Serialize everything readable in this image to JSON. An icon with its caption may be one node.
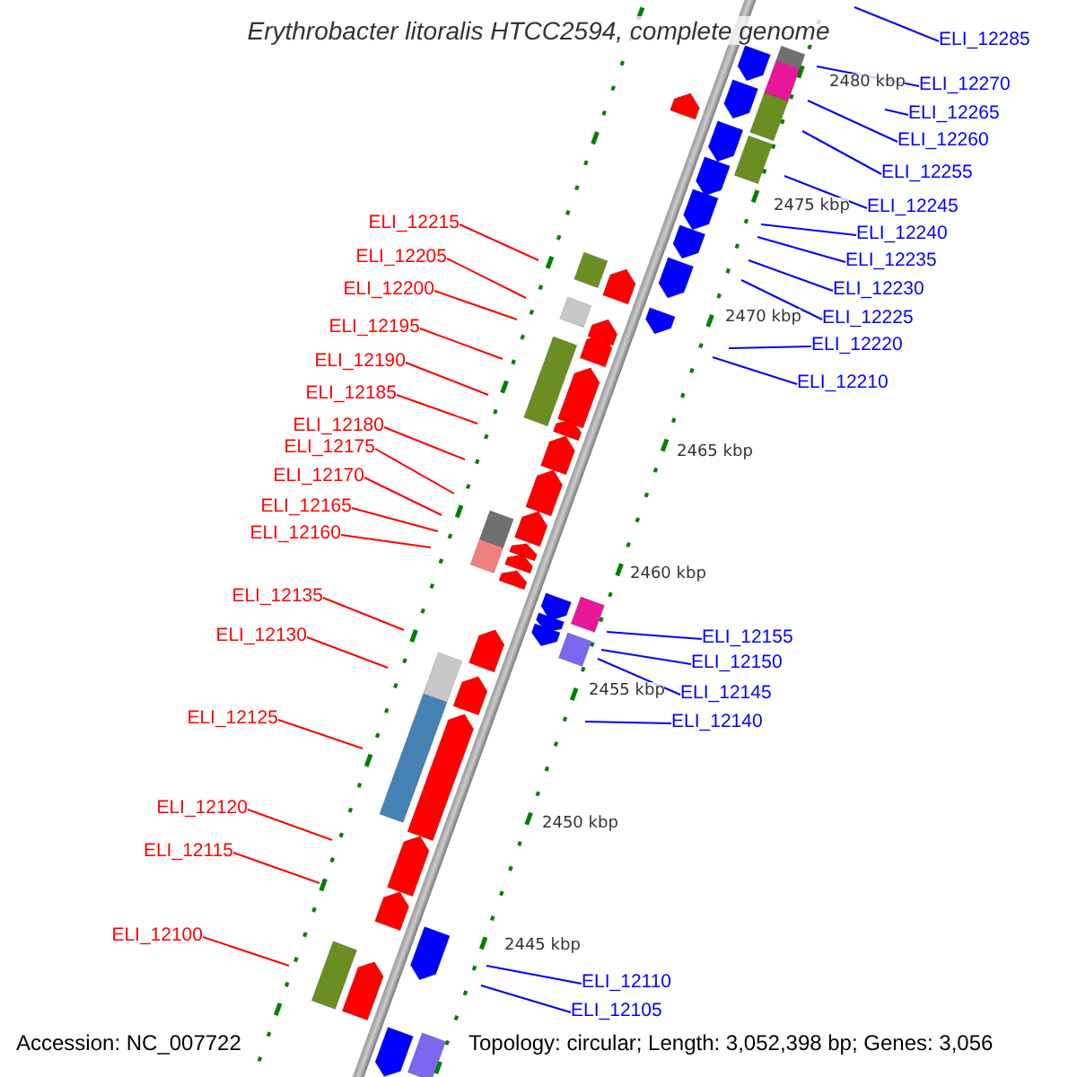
{
  "diagram": {
    "title": "Erythrobacter litoralis HTCC2594, complete genome",
    "nodes": [
      {
        "text": [
          "ELI_12215"
        ]
      },
      {
        "text": [
          "ELI_12205"
        ]
      },
      {
        "text": [
          "ELI_12200"
        ]
      },
      {
        "text": [
          "ELI_12195"
        ]
      },
      {
        "text": [
          "ELI_12190"
        ]
      },
      {
        "text": [
          "ELI_12185"
        ]
      },
      {
        "text": [
          "ELI_12180"
        ]
      },
      {
        "text": [
          "ELI_12175"
        ]
      },
      {
        "text": [
          "ELI_12170"
        ]
      },
      {
        "text": [
          "ELI_12165"
        ]
      },
      {
        "text": [
          "ELI_12160"
        ]
      },
      {
        "text": [
          "ELI_12135"
        ]
      },
      {
        "text": [
          "ELI_12130"
        ]
      },
      {
        "text": [
          "ELI_12125"
        ]
      },
      {
        "text": [
          "ELI_12120"
        ]
      },
      {
        "text": [
          "ELI_12115"
        ]
      },
      {
        "text": [
          "ELI_12100"
        ]
      },
      {
        "text": [
          "ELI_12285"
        ]
      },
      {
        "text": [
          "ELI_12270"
        ]
      },
      {
        "text": [
          "ELI_12265"
        ]
      },
      {
        "text": [
          "ELI_12260"
        ]
      },
      {
        "text": [
          "ELI_12255"
        ]
      },
      {
        "text": [
          "ELI_12245"
        ]
      },
      {
        "text": [
          "ELI_12240"
        ]
      },
      {
        "text": [
          "ELI_12235"
        ]
      },
      {
        "text": [
          "ELI_12230"
        ]
      },
      {
        "text": [
          "ELI_12225"
        ]
      },
      {
        "text": [
          "ELI_12220"
        ]
      },
      {
        "text": [
          "ELI_12210"
        ]
      },
      {
        "text": [
          "ELI_12155"
        ]
      },
      {
        "text": [
          "ELI_12150"
        ]
      },
      {
        "text": [
          "ELI_12145"
        ]
      },
      {
        "text": [
          "ELI_12140"
        ]
      },
      {
        "text": [
          "ELI_12110"
        ]
      },
      {
        "text": [
          "ELI_12105"
        ]
      }
    ],
    "edges": [
      {
        "from": 0,
        "to": null,
        "arrow": "none",
        "color": "#ff0000"
      },
      {
        "from": 1,
        "to": null,
        "arrow": "none",
        "color": "#ff0000"
      },
      {
        "from": 2,
        "to": null,
        "arrow": "none",
        "color": "#ff0000"
      },
      {
        "from": 3,
        "to": null,
        "arrow": "none",
        "color": "#ff0000"
      },
      {
        "from": 4,
        "to": null,
        "arrow": "none",
        "color": "#ff0000"
      },
      {
        "from": 5,
        "to": null,
        "arrow": "none",
        "color": "#ff0000"
      },
      {
        "from": 6,
        "to": null,
        "arrow": "none",
        "color": "#ff0000"
      },
      {
        "from": 7,
        "to": null,
        "arrow": "none",
        "color": "#ff0000"
      },
      {
        "from": 8,
        "to": null,
        "arrow": "none",
        "color": "#ff0000"
      },
      {
        "from": 9,
        "to": null,
        "arrow": "none",
        "color": "#ff0000"
      },
      {
        "from": 10,
        "to": null,
        "arrow": "none",
        "color": "#ff0000"
      },
      {
        "from": 11,
        "to": null,
        "arrow": "none",
        "color": "#ff0000"
      },
      {
        "from": 12,
        "to": null,
        "arrow": "none",
        "color": "#ff0000"
      },
      {
        "from": 13,
        "to": null,
        "arrow": "none",
        "color": "#ff0000"
      },
      {
        "from": 14,
        "to": null,
        "arrow": "none",
        "color": "#ff0000"
      },
      {
        "from": 15,
        "to": null,
        "arrow": "none",
        "color": "#ff0000"
      },
      {
        "from": 16,
        "to": null,
        "arrow": "none",
        "color": "#ff0000"
      },
      {
        "from": 17,
        "to": null,
        "arrow": "none"
      },
      {
        "from": 18,
        "to": null,
        "arrow": "none"
      },
      {
        "from": 19,
        "to": null,
        "arrow": "none"
      },
      {
        "from": 20,
        "to": null,
        "arrow": "none"
      },
      {
        "from": 21,
        "to": null,
        "arrow": "none"
      },
      {
        "from": 22,
        "to": null,
        "arrow": "none"
      },
      {
        "from": 23,
        "to": null,
        "arrow": "none"
      },
      {
        "from": 24,
        "to": null,
        "arrow": "none"
      },
      {
        "from": 25,
        "to": null,
        "arrow": "none"
      },
      {
        "from": 26,
        "to": null,
        "arrow": "none"
      },
      {
        "from": 27,
        "to": null,
        "arrow": "none"
      },
      {
        "from": 28,
        "to": null,
        "arrow": "none"
      },
      {
        "from": 29,
        "to": null,
        "arrow": "none"
      },
      {
        "from": 30,
        "to": null,
        "arrow": "none"
      },
      {
        "from": 31,
        "to": null,
        "arrow": "none"
      },
      {
        "from": 32,
        "to": null,
        "arrow": "none"
      },
      {
        "from": 33,
        "to": null,
        "arrow": "none"
      },
      {
        "from": 34,
        "to": null,
        "arrow": "none"
      }
    ],
    "labels": [
      "2480 kbp",
      "2475 kbp",
      "2470 kbp",
      "2465 kbp",
      "2460 kbp",
      "2455 kbp",
      "2450 kbp",
      "2445 kbp",
      "Accession: NC_007722",
      "Topology: circular; Length: 3,052,398 bp; Genes: 3,056"
    ]
  }
}
